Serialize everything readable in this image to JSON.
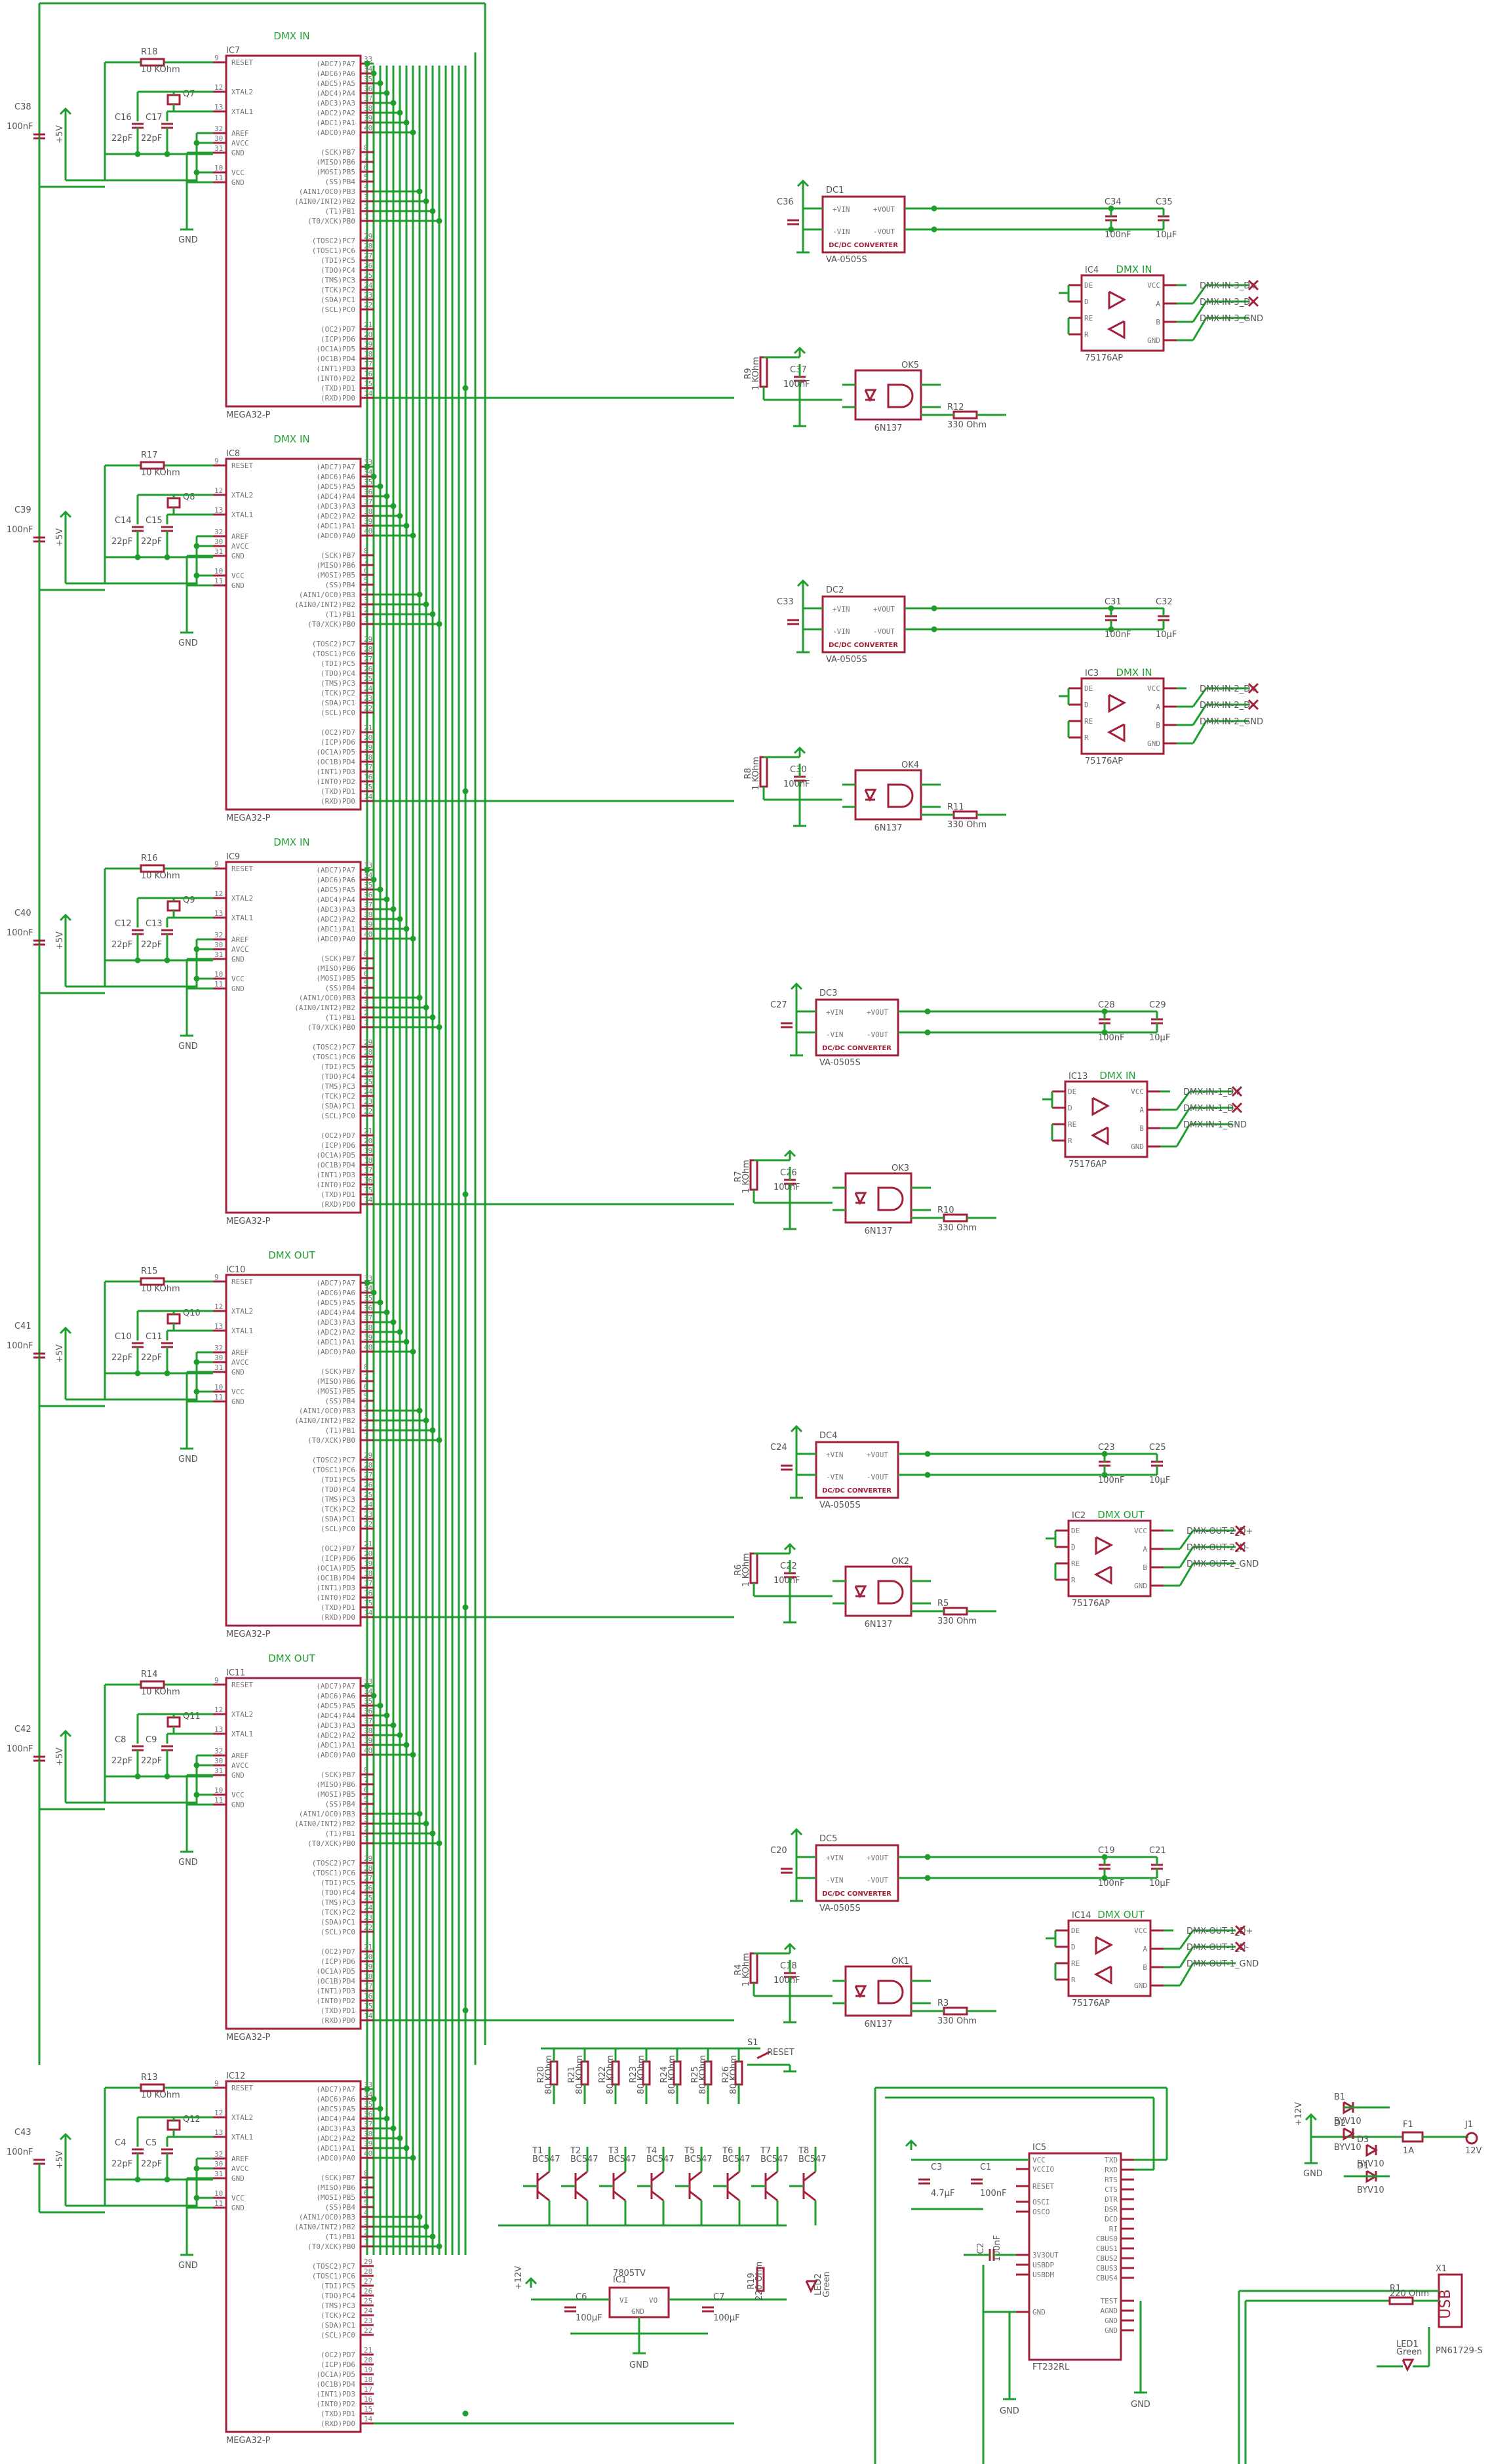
{
  "mcus": [
    {
      "name": "IC7",
      "value": "MEGA32-P",
      "net": "DMX IN",
      "crystal": "Q7",
      "c_a": "C16",
      "c_b": "C17",
      "c_ref": "C38",
      "r": "R18",
      "d_uart": "DC1",
      "r_uart": "R12"
    },
    {
      "name": "IC8",
      "value": "MEGA32-P",
      "net": "DMX IN",
      "crystal": "Q8",
      "c_a": "C14",
      "c_b": "C15",
      "c_ref": "C39",
      "r": "R17",
      "d_uart": "DC2",
      "r_uart": "R11"
    },
    {
      "name": "IC9",
      "value": "MEGA32-P",
      "net": "DMX IN",
      "crystal": "Q9",
      "c_a": "C12",
      "c_b": "C13",
      "c_ref": "C40",
      "r": "R16",
      "d_uart": "DC3",
      "r_uart": "R10"
    },
    {
      "name": "IC10",
      "value": "MEGA32-P",
      "net": "DMX OUT",
      "crystal": "Q10",
      "c_a": "C10",
      "c_b": "C11",
      "c_ref": "C41",
      "r": "R15",
      "d_uart": "DC4",
      "r_uart": "R5"
    },
    {
      "name": "IC11",
      "value": "MEGA32-P",
      "net": "DMX OUT",
      "crystal": "Q11",
      "c_a": "C8",
      "c_b": "C9",
      "c_ref": "C42",
      "r": "R14",
      "d_uart": "DC5",
      "r_uart": "R3"
    },
    {
      "name": "IC12",
      "value": "MEGA32-P",
      "net": "",
      "crystal": "Q12",
      "c_a": "C4",
      "c_b": "C5",
      "c_ref": "C43",
      "r": "R13",
      "d_uart": "",
      "r_uart": ""
    }
  ],
  "mcu_common": {
    "r_value": "10 KOhm",
    "c_small": "22pF",
    "c_ref_value": "100nF",
    "gnd": "GND",
    "vcc": "+5V",
    "pins_left": [
      "RESET",
      "XTAL2",
      "XTAL1",
      "AREF",
      "AVCC",
      "GND",
      "VCC",
      "GND"
    ],
    "pins_left_num": [
      "9",
      "12",
      "13",
      "32",
      "30",
      "31",
      "10",
      "11"
    ],
    "pins_right": [
      "(ADC7)PA7",
      "(ADC6)PA6",
      "(ADC5)PA5",
      "(ADC4)PA4",
      "(ADC3)PA3",
      "(ADC2)PA2",
      "(ADC1)PA1",
      "(ADC0)PA0",
      "",
      "(SCK)PB7",
      "(MISO)PB6",
      "(MOSI)PB5",
      "(SS)PB4",
      "(AIN1/OC0)PB3",
      "(AIN0/INT2)PB2",
      "(T1)PB1",
      "(T0/XCK)PB0",
      "",
      "(TOSC2)PC7",
      "(TOSC1)PC6",
      "(TDI)PC5",
      "(TDO)PC4",
      "(TMS)PC3",
      "(TCK)PC2",
      "(SDA)PC1",
      "(SCL)PC0",
      "",
      "(OC2)PD7",
      "(ICP)PD6",
      "(OC1A)PD5",
      "(OC1B)PD4",
      "(INT1)PD3",
      "(INT0)PD2",
      "(TXD)PD1",
      "(RXD)PD0"
    ],
    "pins_right_num": [
      "33",
      "34",
      "35",
      "36",
      "37",
      "38",
      "39",
      "40",
      "",
      "8",
      "7",
      "6",
      "5",
      "4",
      "3",
      "2",
      "1",
      "",
      "29",
      "28",
      "27",
      "26",
      "25",
      "24",
      "23",
      "22",
      "",
      "21",
      "20",
      "19",
      "18",
      "17",
      "16",
      "15",
      "14"
    ]
  },
  "dcdc": [
    {
      "name": "DC1",
      "value": "VA-0505S",
      "cin": "C36",
      "cout1": "C34",
      "cout2": "C35"
    },
    {
      "name": "DC2",
      "value": "VA-0505S",
      "cin": "C33",
      "cout1": "C31",
      "cout2": "C32"
    },
    {
      "name": "DC3",
      "value": "VA-0505S",
      "cin": "C27",
      "cout1": "C28",
      "cout2": "C29"
    },
    {
      "name": "DC4",
      "value": "VA-0505S",
      "cin": "C24",
      "cout1": "C23",
      "cout2": "C25"
    },
    {
      "name": "DC5",
      "value": "VA-0505S",
      "cin": "C20",
      "cout1": "C19",
      "cout2": "C21"
    }
  ],
  "dcdc_common": {
    "title": "DC/DC CONVERTER",
    "pin_vin_p": "+VIN",
    "pin_vin_n": "-VIN",
    "pin_vout_p": "+VOUT",
    "pin_vout_n": "-VOUT",
    "c_big": "100nF",
    "c_el": "10µF"
  },
  "drivers": [
    {
      "name": "IC4",
      "value": "75176AP",
      "net": "DMX IN",
      "a": "DMX-IN-3_D+",
      "b": "DMX-IN-3_D-",
      "g": "DMX-IN-3_GND"
    },
    {
      "name": "IC3",
      "value": "75176AP",
      "net": "DMX IN",
      "a": "DMX-IN-2_D+",
      "b": "DMX-IN-2_D-",
      "g": "DMX-IN-2_GND"
    },
    {
      "name": "IC13",
      "value": "75176AP",
      "net": "DMX IN",
      "a": "DMX-IN-1_D+",
      "b": "DMX-IN-1_D-",
      "g": "DMX-IN-1_GND"
    },
    {
      "name": "IC2",
      "value": "75176AP",
      "net": "DMX OUT",
      "a": "DMX-OUT-2_D+",
      "b": "DMX-OUT-2_D-",
      "g": "DMX-OUT-2_GND"
    },
    {
      "name": "IC14",
      "value": "75176AP",
      "net": "DMX OUT",
      "a": "DMX-OUT-1_D+",
      "b": "DMX-OUT-1_D-",
      "g": "DMX-OUT-1_GND"
    }
  ],
  "driver_pins": {
    "l": [
      "DE",
      "D",
      "RE",
      "R"
    ],
    "r": [
      "VCC",
      "A",
      "B",
      "GND"
    ]
  },
  "optos": [
    {
      "name": "OK5",
      "value": "6N137",
      "c": "C37",
      "r": "R9",
      "r2": "R12"
    },
    {
      "name": "OK4",
      "value": "6N137",
      "c": "C30",
      "r": "R8",
      "r2": "R11"
    },
    {
      "name": "OK3",
      "value": "6N137",
      "c": "C26",
      "r": "R7",
      "r2": "R10"
    },
    {
      "name": "OK2",
      "value": "6N137",
      "c": "C22",
      "r": "R6",
      "r2": "R5"
    },
    {
      "name": "OK1",
      "value": "6N137",
      "c": "C18",
      "r": "R4",
      "r2": "R3"
    }
  ],
  "opto_common": {
    "r_big": "1 KOhm",
    "r_small": "330 Ohm",
    "c": "100nF"
  },
  "transistors": {
    "value": "BC547",
    "names": [
      "T1",
      "T2",
      "T3",
      "T4",
      "T5",
      "T6",
      "T7",
      "T8"
    ],
    "r_names": [
      "R20",
      "R21",
      "R22",
      "R23",
      "R24",
      "R25",
      "R26"
    ],
    "r_value": "80 KOhm"
  },
  "reset": {
    "name": "S1",
    "label": "RESET"
  },
  "regulator": {
    "name": "IC1",
    "value": "7805TV",
    "pin_in": "VI",
    "pin_out": "VO",
    "pin_gnd": "GND",
    "c_in": "C6",
    "c_out": "C7",
    "c_value": "100µF",
    "vin": "+12V",
    "led": "LED2",
    "led_r": "R19",
    "led_r_value": "220 Ohm",
    "led_color": "Green"
  },
  "ftdi": {
    "name": "IC5",
    "value": "FT232RL",
    "pins_l": [
      "VCC",
      "VCCIO",
      "RESET",
      "OSCI",
      "OSCO",
      "3V3OUT",
      "USBDP",
      "USBDM",
      "GND"
    ],
    "pins_r": [
      "TXD",
      "RXD",
      "RTS",
      "CTS",
      "DTR",
      "DSR",
      "DCD",
      "RI",
      "CBUS0",
      "CBUS1",
      "CBUS2",
      "CBUS3",
      "CBUS4",
      "TEST",
      "AGND",
      "GND",
      "GND"
    ],
    "c_a": "C3",
    "c_a_value": "4.7µF",
    "c_b": "C1",
    "c_b_value": "100nF",
    "c_c": "C2",
    "c_c_value": "100nF"
  },
  "usb": {
    "name": "X1",
    "value": "PN61729-S",
    "label": "USB",
    "r": "R1",
    "r_value": "220 Ohm",
    "led": "LED1",
    "led_color": "Green"
  },
  "power": {
    "fuse": "F1",
    "fuse_value": "1A",
    "conn": "J1",
    "conn_value": "12V",
    "diodes": [
      "B1",
      "D2",
      "D3",
      "D1"
    ],
    "diode_value": "BYV10",
    "input": "+12V"
  },
  "colors": {
    "wire": "#1f9e2e",
    "part": "#a3203a",
    "text": "#555555"
  }
}
